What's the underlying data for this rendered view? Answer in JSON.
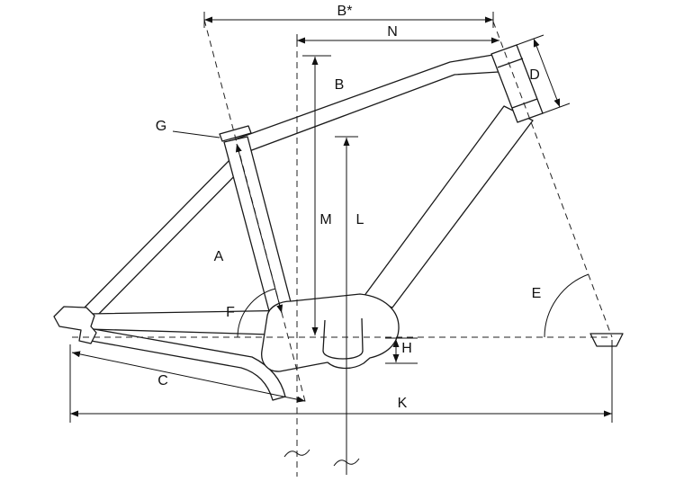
{
  "diagram": {
    "type": "bicycle-frame-geometry",
    "labels": {
      "a": "A",
      "b": "B",
      "b_star": "B*",
      "c": "C",
      "d": "D",
      "e": "E",
      "f": "F",
      "g": "G",
      "h": "H",
      "k": "K",
      "l": "L",
      "m": "M",
      "n": "N"
    },
    "colors": {
      "line": "#1a1a1a",
      "background": "#ffffff"
    }
  }
}
